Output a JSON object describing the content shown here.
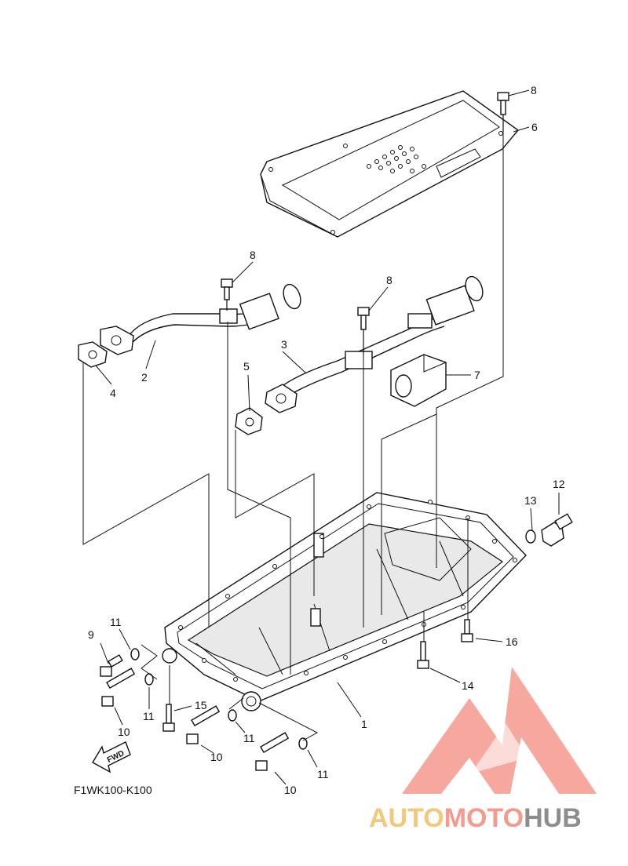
{
  "diagram": {
    "code": "F1WK100-K100",
    "fwd_label": "FWD",
    "callouts": [
      "1",
      "2",
      "3",
      "4",
      "5",
      "6",
      "7",
      "8",
      "8",
      "8",
      "9",
      "10",
      "10",
      "10",
      "11",
      "11",
      "11",
      "11",
      "12",
      "13",
      "14",
      "15",
      "16"
    ]
  },
  "watermark": {
    "part1": "AUTO",
    "part2": "MOTO",
    "part3": "HUB",
    "colors": {
      "auto": "#f4c87c",
      "moto": "#f59a8e",
      "hub": "#8d8d8d",
      "logo": "#f59a8e"
    }
  }
}
